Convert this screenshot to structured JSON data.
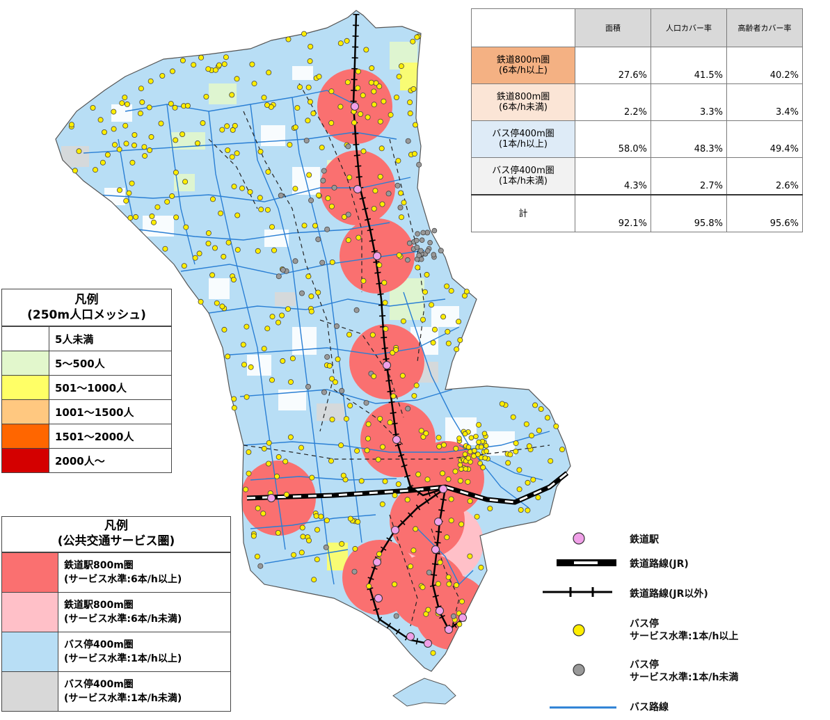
{
  "coverage_table": {
    "headers": [
      "面積",
      "人口カバー率",
      "高齢者カバー率"
    ],
    "rows": [
      {
        "label_line1": "鉄道800m圏",
        "label_line2": "(6本/h以上)",
        "color": "#f4b183",
        "values": [
          "27.6%",
          "41.5%",
          "40.2%"
        ]
      },
      {
        "label_line1": "鉄道800m圏",
        "label_line2": "(6本/h未満)",
        "color": "#fbe5d6",
        "values": [
          "2.2%",
          "3.3%",
          "3.4%"
        ]
      },
      {
        "label_line1": "バス停400m圏",
        "label_line2": "(1本/h以上)",
        "color": "#deebf7",
        "values": [
          "58.0%",
          "48.3%",
          "49.4%"
        ]
      },
      {
        "label_line1": "バス停400m圏",
        "label_line2": "(1本/h未満)",
        "color": "#f2f2f2",
        "values": [
          "4.3%",
          "2.7%",
          "2.6%"
        ]
      },
      {
        "label_line1": "計",
        "label_line2": "",
        "color": "#ffffff",
        "values": [
          "92.1%",
          "95.8%",
          "95.6%"
        ]
      }
    ]
  },
  "mesh_legend": {
    "title_line1": "凡例",
    "title_line2": "(250m人口メッシュ)",
    "items": [
      {
        "label": "5人未満",
        "color": "#ffffff"
      },
      {
        "label": "5～500人",
        "color": "#e2f7cc"
      },
      {
        "label": "501～1000人",
        "color": "#ffff66"
      },
      {
        "label": "1001～1500人",
        "color": "#ffc880"
      },
      {
        "label": "1501～2000人",
        "color": "#ff6600"
      },
      {
        "label": "2000人～",
        "color": "#d40000"
      }
    ]
  },
  "service_legend": {
    "title_line1": "凡例",
    "title_line2": "(公共交通サービス圏)",
    "items": [
      {
        "line1": "鉄道駅800m圏",
        "line2": "(サービス水準:6本/h以上)",
        "color": "#fa7070"
      },
      {
        "line1": "鉄道駅800m圏",
        "line2": "(サービス水準:6本/h未満)",
        "color": "#ffc0c8"
      },
      {
        "line1": "バス停400m圏",
        "line2": "(サービス水準:1本/h以上)",
        "color": "#b8def5"
      },
      {
        "line1": "バス停400m圏",
        "line2": "(サービス水準:1本/h未満)",
        "color": "#d8d8d8"
      }
    ]
  },
  "symbol_legend": {
    "station": "鉄道駅",
    "jr_line": "鉄道路線(JR)",
    "other_line": "鉄道路線(JR以外)",
    "bus_stop_high_l1": "バス停",
    "bus_stop_high_l2": "サービス水準:1本/h以上",
    "bus_stop_low_l1": "バス停",
    "bus_stop_low_l2": "サービス水準:1本/h未満",
    "bus_route": "バス路線"
  },
  "colors": {
    "station_fill": "#f0a0e8",
    "bus_stop_high": "#ffee00",
    "bus_stop_low": "#999999",
    "bus_route": "#2a7fd4",
    "rail_circle_high": "#fa7070",
    "rail_circle_low": "#ffc0c8",
    "bus_area_high": "#b8def5"
  }
}
